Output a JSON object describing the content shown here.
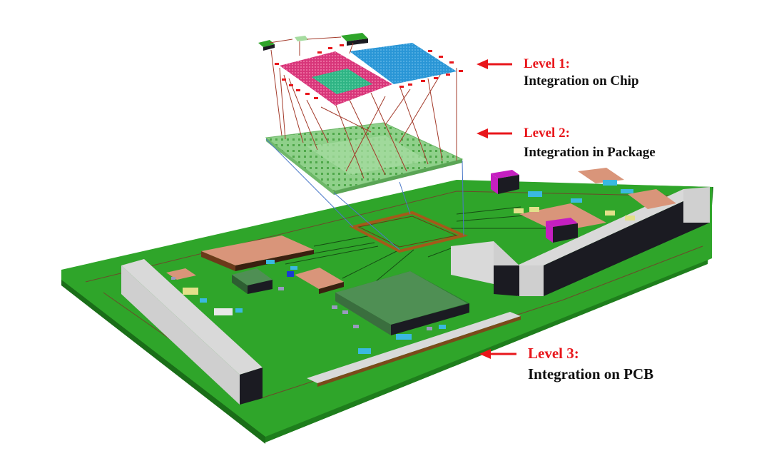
{
  "levels": [
    {
      "label": "Level 1:",
      "description": "Integration on Chip"
    },
    {
      "label": "Level 2:",
      "description": "Integration in Package"
    },
    {
      "label": "Level 3:",
      "description": "Integration on PCB"
    }
  ],
  "colors": {
    "label_red": "#e8161b",
    "arrow_red": "#e8161b",
    "pcb_green": "#2fa52a",
    "package_green": "#8fd08a",
    "chip_magenta": "#d8367a",
    "chip_blue": "#2a96d6",
    "chip_teal": "#2fb585",
    "connector_gray": "#d9d9d9",
    "component_tan": "#d9957a"
  }
}
